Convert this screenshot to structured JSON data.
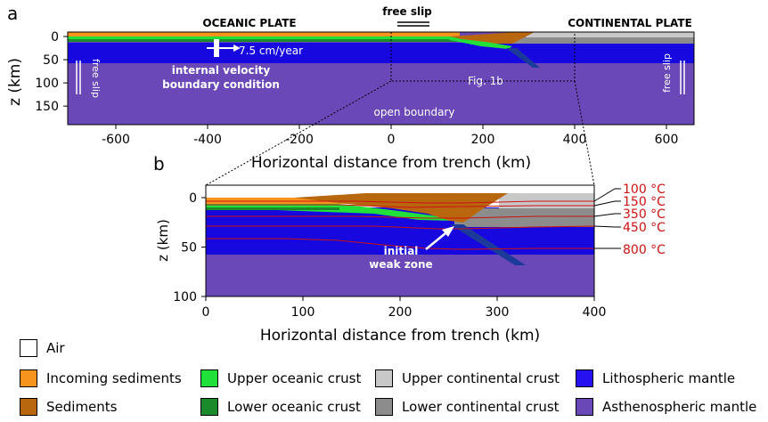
{
  "panel_a": {
    "letter": "a",
    "oceanic_plate": "OCEANIC PLATE",
    "continental_plate": "CONTINENTAL PLATE",
    "free_slip_top": "free slip",
    "free_slip_left": "free slip",
    "free_slip_right": "free slip",
    "velocity": "7.5 cm/year",
    "internal_velocity_line1": "internal velocity",
    "internal_velocity_line2": "boundary condition",
    "fig_ref": "Fig. 1b",
    "open_boundary": "open boundary",
    "ylabel": "z (km)",
    "xlabel": "Horizontal distance from trench (km)",
    "x_ticks": [
      "-600",
      "-400",
      "-200",
      "0",
      "200",
      "400",
      "600"
    ],
    "y_ticks": [
      "0",
      "50",
      "100",
      "150"
    ]
  },
  "panel_b": {
    "letter": "b",
    "ylabel": "z (km)",
    "xlabel": "Horizontal distance from trench (km)",
    "x_ticks": [
      "0",
      "100",
      "200",
      "300",
      "400"
    ],
    "y_ticks": [
      "0",
      "50",
      "100"
    ],
    "weak_zone_line1": "initial",
    "weak_zone_line2": "weak zone",
    "isotherms": [
      "100 °C",
      "150 °C",
      "350 °C",
      "450 °C",
      "800 °C"
    ]
  },
  "legend": [
    {
      "label": "Air",
      "color": "#ffffff"
    },
    {
      "label": "Incoming sediments",
      "color": "#f7941d"
    },
    {
      "label": "Sediments",
      "color": "#b8670f"
    },
    {
      "label": "Upper oceanic crust",
      "color": "#22e03a"
    },
    {
      "label": "Lower oceanic crust",
      "color": "#1a8a2a"
    },
    {
      "label": "Upper continental crust",
      "color": "#c8c8c8"
    },
    {
      "label": "Lower continental crust",
      "color": "#8c8c8c"
    },
    {
      "label": "Lithospheric mantle",
      "color": "#2612f0"
    },
    {
      "label": "Asthenospheric mantle",
      "color": "#6a48b8"
    }
  ],
  "colors": {
    "isotherm": "#cc1111",
    "lithosphere": "#1808e0",
    "asthenosphere": "#6a48b8",
    "slab_tip": "#1c3a9a"
  }
}
